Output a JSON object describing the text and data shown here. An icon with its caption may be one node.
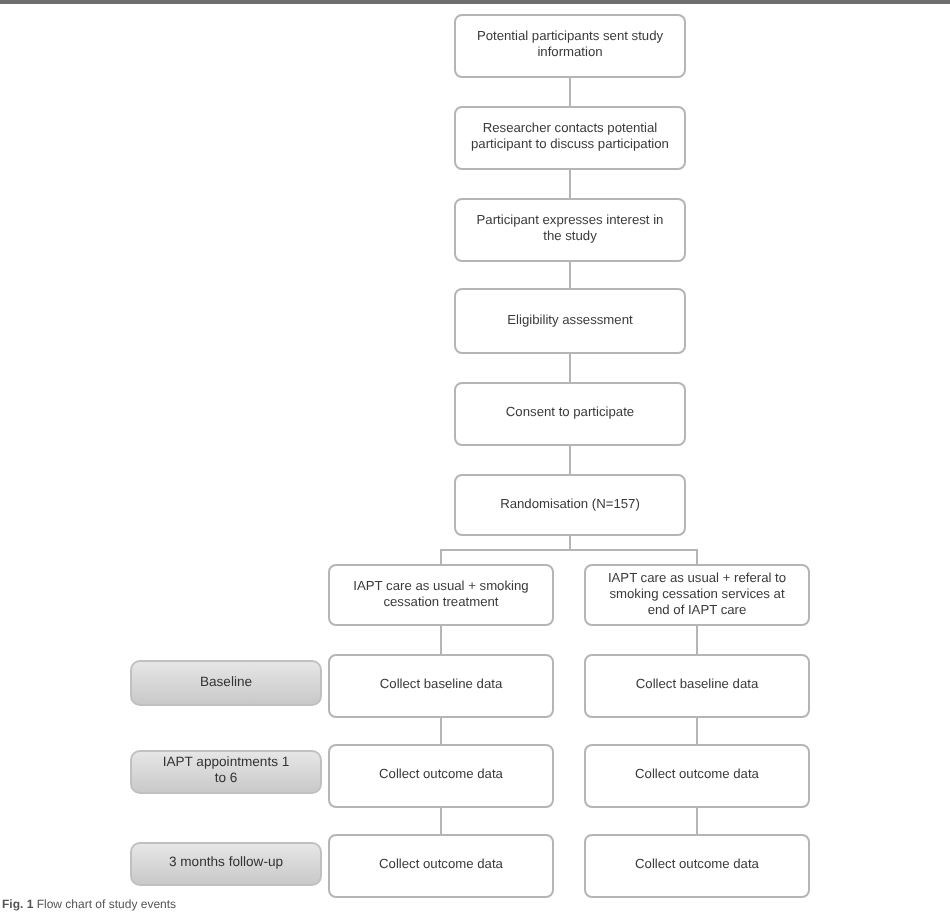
{
  "diagram": {
    "caption": "**Fig. 1** Flow chart of study events",
    "nodes": [
      {
        "text": [
          "Potential participants sent study information"
        ]
      },
      {
        "text": [
          "Researcher contacts potential participant to discuss participation"
        ]
      },
      {
        "text": [
          "Participant expresses interest in the study"
        ]
      },
      {
        "text": [
          "Eligibility assessment"
        ]
      },
      {
        "text": [
          "Consent to participate"
        ]
      },
      {
        "text": [
          "Randomisation (N=157)"
        ]
      },
      {
        "text": [
          "IAPT care as usual + smoking cessation treatment"
        ]
      },
      {
        "text": [
          "IAPT care as usual + referal to smoking cessation services at end of IAPT care"
        ]
      },
      {
        "text": [
          "Baseline"
        ]
      },
      {
        "text": [
          "Collect baseline data"
        ]
      },
      {
        "text": [
          "Collect baseline data"
        ]
      },
      {
        "text": [
          "IAPT appointments 1 to 6"
        ]
      },
      {
        "text": [
          "Collect outcome data"
        ]
      },
      {
        "text": [
          "Collect outcome data"
        ]
      },
      {
        "text": [
          "3 months follow-up"
        ]
      },
      {
        "text": [
          "Collect outcome data"
        ]
      },
      {
        "text": [
          "Collect outcome data"
        ]
      }
    ],
    "edges": [
      {
        "from": 0,
        "to": 1,
        "arrow": "none"
      },
      {
        "from": 1,
        "to": 2,
        "arrow": "none"
      },
      {
        "from": 2,
        "to": 3,
        "arrow": "none"
      },
      {
        "from": 3,
        "to": 4,
        "arrow": "none"
      },
      {
        "from": 4,
        "to": 5,
        "arrow": "none"
      },
      {
        "from": 5,
        "to": 6,
        "arrow": "none"
      },
      {
        "from": 5,
        "to": 7,
        "arrow": "none"
      },
      {
        "from": 6,
        "to": 9,
        "arrow": "none"
      },
      {
        "from": 7,
        "to": 10,
        "arrow": "none"
      },
      {
        "from": 9,
        "to": 12,
        "arrow": "none"
      },
      {
        "from": 10,
        "to": 13,
        "arrow": "none"
      },
      {
        "from": 12,
        "to": 15,
        "arrow": "none"
      },
      {
        "from": 13,
        "to": 16,
        "arrow": "none"
      }
    ]
  }
}
